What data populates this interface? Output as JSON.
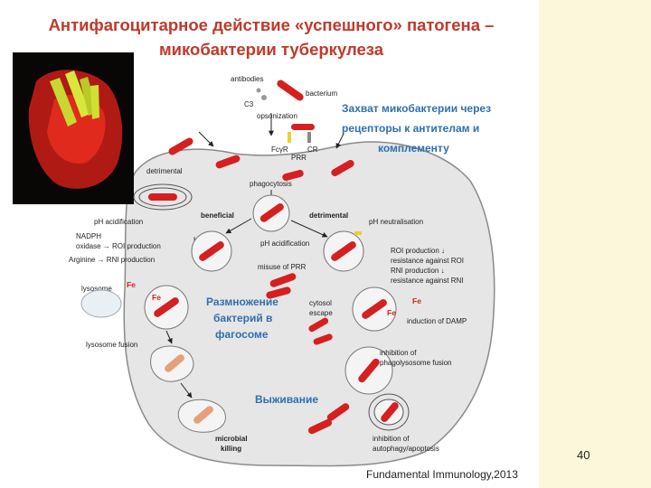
{
  "title": {
    "line1": "Антифагоцитарное  действие «успешного» патогена –",
    "line2": "микобактерии туберкулеза"
  },
  "diagram": {
    "labels": {
      "antibodies": "antibodies",
      "bacterium": "bacterium",
      "c3": "C3",
      "opsonization": "opsonization",
      "fcgr": "FcγR",
      "cr": "CR",
      "prr": "PRR",
      "detrimental_top": "detrimental",
      "phagocytosis": "phagocytosis",
      "beneficial": "beneficial",
      "detrimental_mid": "detrimental",
      "ph_acid_left": "pH acidification",
      "nadph1": "NADPH",
      "nadph2": "oxidase → ROI production",
      "arginine": "Arginine → RNI production",
      "hplus": "H⁺",
      "ph_neutral": "pH neutralisation",
      "ph_acid_center": "pH acidification",
      "roi1": "ROI production ↓",
      "roi2": "resistance against ROI",
      "rni1": "RNI production ↓",
      "rni2": "resistance against RNI",
      "misuse": "misuse of PRR",
      "lysosome": "lysosome",
      "fe1": "Fe",
      "fe2": "Fe",
      "fe3": "Fe",
      "fe4": "Fe",
      "cytosol1": "cytosol",
      "cytosol2": "escape",
      "damp": "induction of DAMP",
      "lysosome_fusion": "lysosome fusion",
      "inhib1": "inhibition of",
      "inhib2": "phagolysosome fusion",
      "microbial1": "microbial",
      "microbial2": "killing",
      "autophagy1": "inhibition of",
      "autophagy2": "autophagy/apoptosis"
    },
    "annotations": {
      "capture1": "Захват микобактерии через",
      "capture2": "рецепторы к антителам и",
      "capture3": "комплементу",
      "repro1": "Размножение",
      "repro2": "бактерий в",
      "repro3": "фагосоме",
      "survival": "Выживание"
    }
  },
  "page_number": "40",
  "citation": "Fundamental Immunology,2013",
  "colors": {
    "title": "#c0392b",
    "annotation_blue": "#2f6fb0",
    "bacterium_red": "#d61f1f",
    "cell_fill": "#e6e6e6",
    "side_panel": "#fbf7da"
  }
}
